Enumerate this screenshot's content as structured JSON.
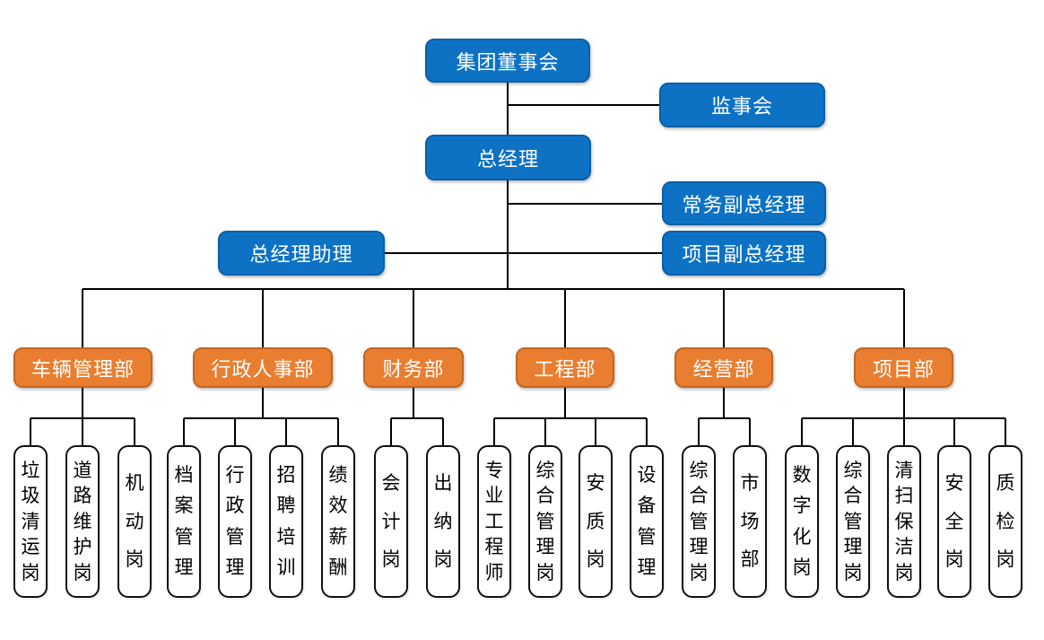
{
  "org_chart": {
    "executives": {
      "board": "集团董事会",
      "supervisory_board": "监事会",
      "general_manager": "总经理",
      "executive_deputy_gm": "常务副总经理",
      "gm_assistant": "总经理助理",
      "project_deputy_gm": "项目副总经理"
    },
    "departments": [
      {
        "label": "车辆管理部",
        "positions": [
          "垃圾清运岗",
          "道路维护岗",
          "机动岗"
        ]
      },
      {
        "label": "行政人事部",
        "positions": [
          "档案管理",
          "行政管理",
          "招聘培训",
          "绩效薪酬"
        ]
      },
      {
        "label": "财务部",
        "positions": [
          "会计岗",
          "出纳岗"
        ]
      },
      {
        "label": "工程部",
        "positions": [
          "专业工程师",
          "综合管理岗",
          "安质岗",
          "设备管理"
        ]
      },
      {
        "label": "经营部",
        "positions": [
          "综合管理岗",
          "市场部"
        ]
      },
      {
        "label": "项目部",
        "positions": [
          "数字化岗",
          "综合管理岗",
          "清扫保洁岗",
          "安全岗",
          "质检岗"
        ]
      }
    ],
    "colors": {
      "executive_fill": "#0d72c4",
      "executive_border": "#0a5fa8",
      "department_fill": "#e97e30",
      "department_border": "#c1661f",
      "position_fill": "#ffffff",
      "position_border": "#111111",
      "connector_line": "#000000",
      "text_on_fill": "#ffffff",
      "position_text": "#000000"
    }
  }
}
